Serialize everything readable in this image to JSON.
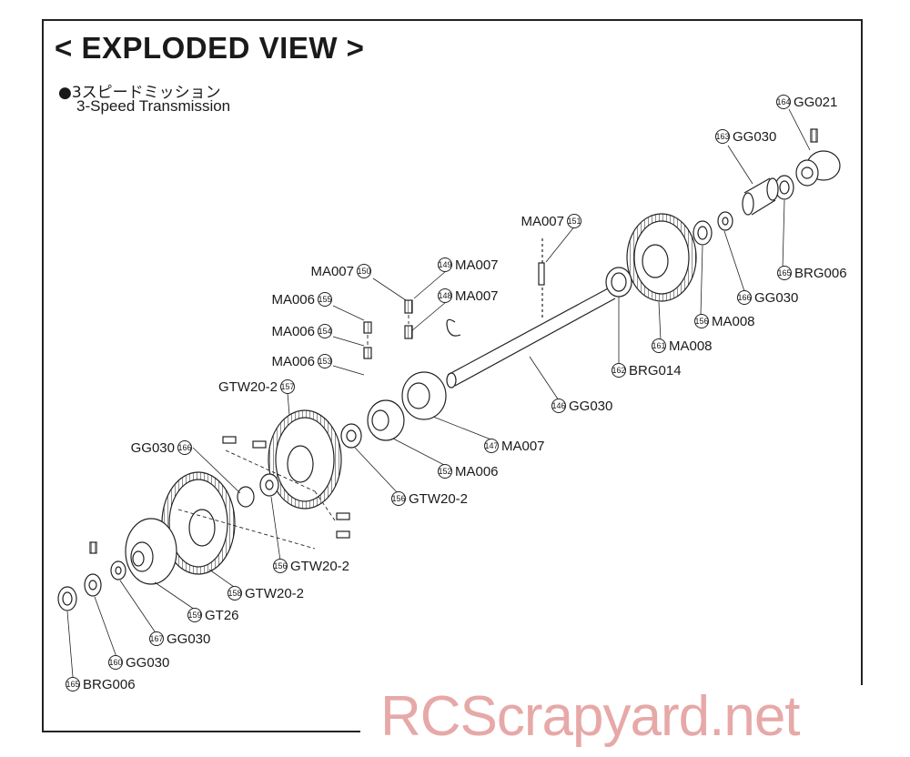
{
  "title": "< EXPLODED VIEW >",
  "subtitle_jp": "●3スピードミッション",
  "subtitle_en": "3-Speed Transmission",
  "watermark": "RCScrapyard.net",
  "callouts": [
    {
      "num": "164",
      "code": "GG021"
    },
    {
      "num": "163",
      "code": "GG030"
    },
    {
      "num": "151",
      "code": "MA007"
    },
    {
      "num": "150",
      "code": "MA007"
    },
    {
      "num": "149",
      "code": "MA007"
    },
    {
      "num": "148",
      "code": "MA007"
    },
    {
      "num": "155",
      "code": "MA006"
    },
    {
      "num": "154",
      "code": "MA006"
    },
    {
      "num": "153",
      "code": "MA006"
    },
    {
      "num": "157",
      "code": "GTW20-2"
    },
    {
      "num": "165",
      "code": "BRG006"
    },
    {
      "num": "166",
      "code": "GG030"
    },
    {
      "num": "156",
      "code": "MA008"
    },
    {
      "num": "161",
      "code": "MA008"
    },
    {
      "num": "162",
      "code": "BRG014"
    },
    {
      "num": "146",
      "code": "GG030"
    },
    {
      "num": "147",
      "code": "MA007"
    },
    {
      "num": "152",
      "code": "MA006"
    },
    {
      "num": "156",
      "code": "GTW20-2"
    },
    {
      "num": "166",
      "code": "GG030"
    },
    {
      "num": "156",
      "code": "GTW20-2"
    },
    {
      "num": "158",
      "code": "GTW20-2"
    },
    {
      "num": "159",
      "code": "GT26"
    },
    {
      "num": "167",
      "code": "GG030"
    },
    {
      "num": "160",
      "code": "GG030"
    },
    {
      "num": "165",
      "code": "BRG006"
    }
  ]
}
